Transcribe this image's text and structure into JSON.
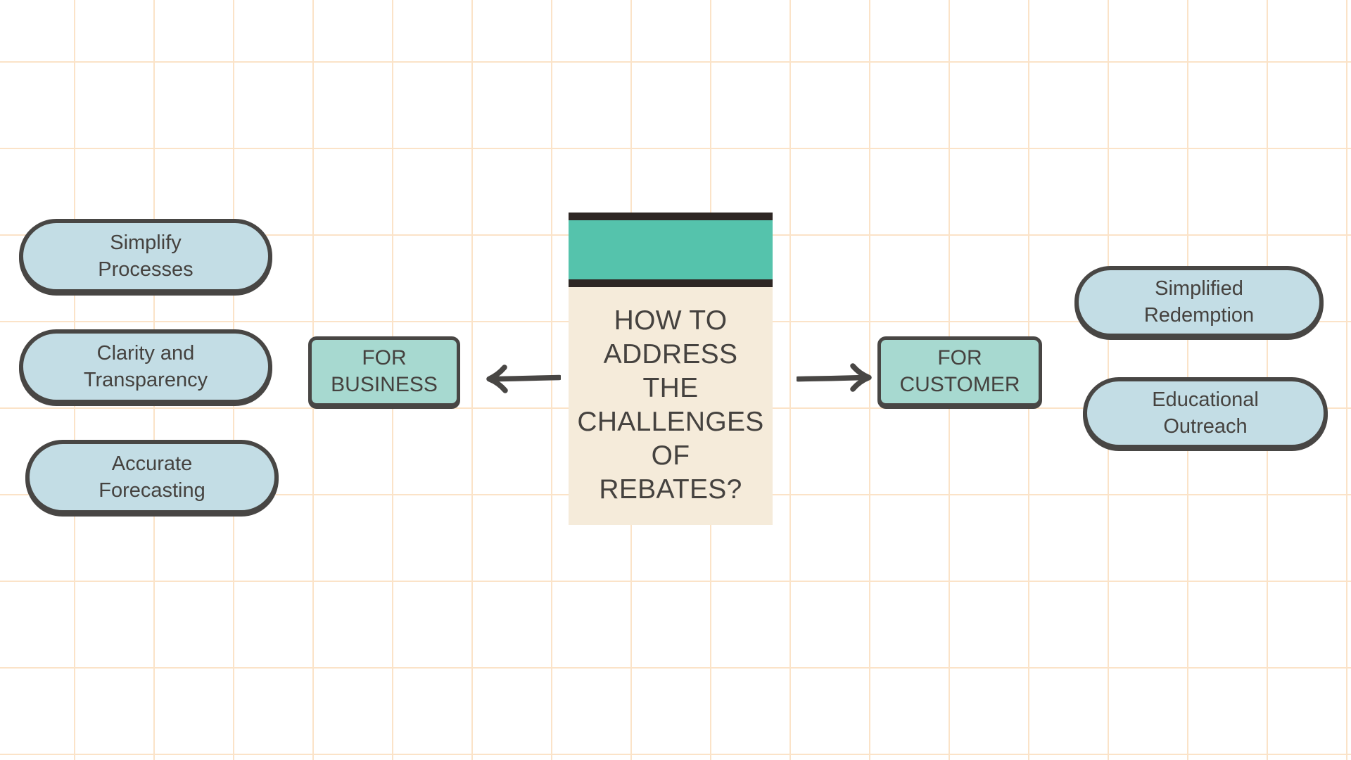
{
  "diagram": {
    "type": "mind-map",
    "center": {
      "title": "HOW TO\nADDRESS\nTHE\nCHALLENGES\nOF\nREBATES?",
      "band_color": "#55C3AC",
      "body_color": "#F5EBDA",
      "rule_color": "#2E2724"
    },
    "branches": [
      {
        "id": "business",
        "label": "FOR\nBUSINESS",
        "side": "left",
        "fill": "#A7D9D0",
        "arrow": "arrow-left",
        "outcomes": [
          {
            "label": "Simplify\nProcesses"
          },
          {
            "label": "Clarity and\nTransparency"
          },
          {
            "label": "Accurate\nForecasting"
          }
        ]
      },
      {
        "id": "customer",
        "label": "FOR\nCUSTOMER",
        "side": "right",
        "fill": "#A7D9D0",
        "arrow": "arrow-right",
        "outcomes": [
          {
            "label": "Simplified\nRedemption"
          },
          {
            "label": "Educational\nOutreach"
          }
        ]
      }
    ],
    "palette": {
      "background": "#FFFFFF",
      "grid_line": "#FBE3C8",
      "outline": "#484644",
      "text": "#45423F",
      "pill_fill": "#C3DDE5",
      "branch_fill": "#A7D9D0",
      "accent_teal": "#55C3AC",
      "accent_cream": "#F5EBDA",
      "accent_dark": "#2E2724"
    }
  }
}
